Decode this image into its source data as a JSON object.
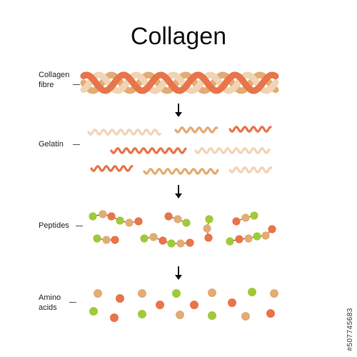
{
  "title": "Collagen",
  "labels": {
    "fibre_line1": "Collagen",
    "fibre_line2": "fibre",
    "gelatin": "Gelatin",
    "peptides": "Peptides",
    "amino_line1": "Amino",
    "amino_line2": "acids"
  },
  "stock_id": "#507745683",
  "colors": {
    "orange": "#e8744a",
    "beige": "#f1d4b3",
    "tan": "#e2ac74",
    "green": "#9fca3a",
    "arrow": "#111111"
  }
}
